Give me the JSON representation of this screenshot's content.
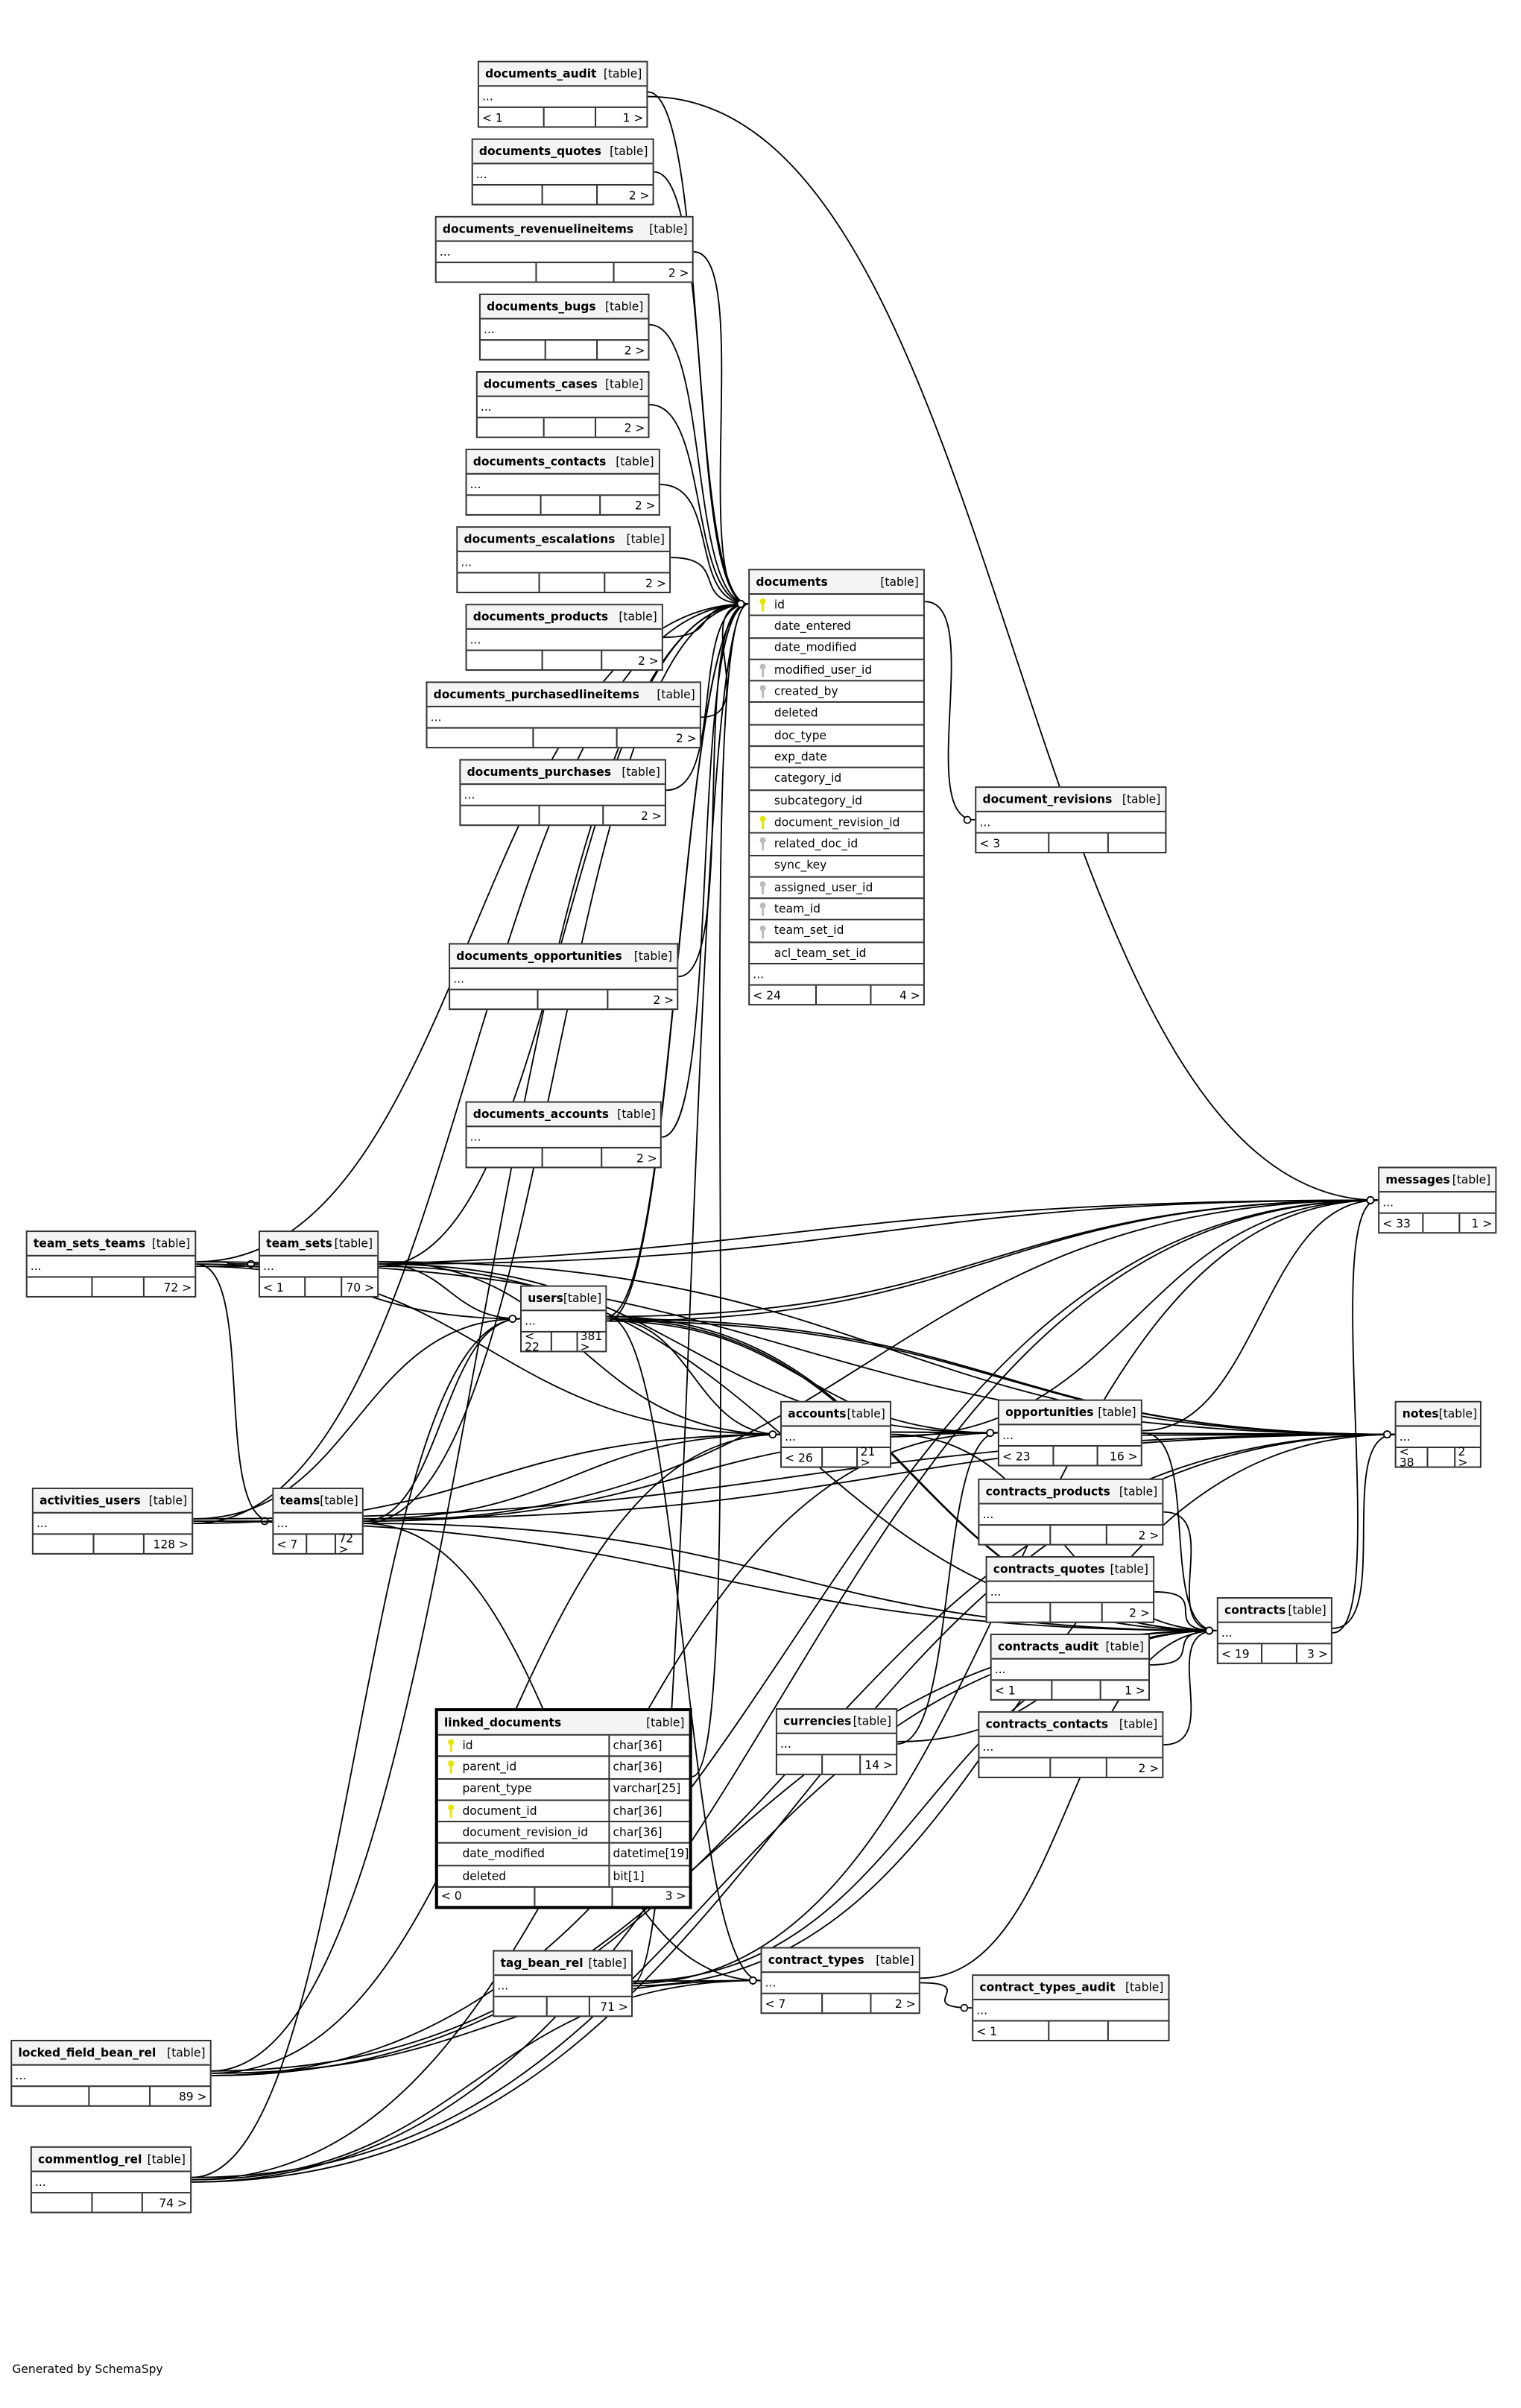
{
  "footer_text": "Generated by SchemaSpy",
  "key_colors": {
    "primary": "#e6e600",
    "foreign": "#bbbbbb"
  },
  "tables": [
    {
      "name": "documents_audit",
      "label": "[table]",
      "rows": [
        "..."
      ],
      "footer": [
        "< 1",
        "",
        "1 >"
      ]
    },
    {
      "name": "documents_quotes",
      "label": "[table]",
      "rows": [
        "..."
      ],
      "footer": [
        "",
        "",
        "2 >"
      ]
    },
    {
      "name": "documents_revenuelineitems",
      "label": "[table]",
      "rows": [
        "..."
      ],
      "footer": [
        "",
        "",
        "2 >"
      ]
    },
    {
      "name": "documents_bugs",
      "label": "[table]",
      "rows": [
        "..."
      ],
      "footer": [
        "",
        "",
        "2 >"
      ]
    },
    {
      "name": "documents_cases",
      "label": "[table]",
      "rows": [
        "..."
      ],
      "footer": [
        "",
        "",
        "2 >"
      ]
    },
    {
      "name": "documents_contacts",
      "label": "[table]",
      "rows": [
        "..."
      ],
      "footer": [
        "",
        "",
        "2 >"
      ]
    },
    {
      "name": "documents_escalations",
      "label": "[table]",
      "rows": [
        "..."
      ],
      "footer": [
        "",
        "",
        "2 >"
      ]
    },
    {
      "name": "documents_products",
      "label": "[table]",
      "rows": [
        "..."
      ],
      "footer": [
        "",
        "",
        "2 >"
      ]
    },
    {
      "name": "documents_purchasedlineitems",
      "label": "[table]",
      "rows": [
        "..."
      ],
      "footer": [
        "",
        "",
        "2 >"
      ]
    },
    {
      "name": "documents_purchases",
      "label": "[table]",
      "rows": [
        "..."
      ],
      "footer": [
        "",
        "",
        "2 >"
      ]
    },
    {
      "name": "documents_opportunities",
      "label": "[table]",
      "rows": [
        "..."
      ],
      "footer": [
        "",
        "",
        "2 >"
      ]
    },
    {
      "name": "documents_accounts",
      "label": "[table]",
      "rows": [
        "..."
      ],
      "footer": [
        "",
        "",
        "2 >"
      ]
    },
    {
      "name": "documents",
      "label": "[table]",
      "columns": [
        {
          "name": "id",
          "key": "primary"
        },
        {
          "name": "date_entered",
          "key": ""
        },
        {
          "name": "date_modified",
          "key": ""
        },
        {
          "name": "modified_user_id",
          "key": "foreign"
        },
        {
          "name": "created_by",
          "key": "foreign"
        },
        {
          "name": "deleted",
          "key": ""
        },
        {
          "name": "doc_type",
          "key": ""
        },
        {
          "name": "exp_date",
          "key": ""
        },
        {
          "name": "category_id",
          "key": ""
        },
        {
          "name": "subcategory_id",
          "key": ""
        },
        {
          "name": "document_revision_id",
          "key": "primary"
        },
        {
          "name": "related_doc_id",
          "key": "foreign"
        },
        {
          "name": "sync_key",
          "key": ""
        },
        {
          "name": "assigned_user_id",
          "key": "foreign"
        },
        {
          "name": "team_id",
          "key": "foreign"
        },
        {
          "name": "team_set_id",
          "key": "foreign"
        },
        {
          "name": "acl_team_set_id",
          "key": ""
        }
      ],
      "rows": [
        "..."
      ],
      "footer": [
        "< 24",
        "",
        "4 >"
      ]
    },
    {
      "name": "document_revisions",
      "label": "[table]",
      "rows": [
        "..."
      ],
      "footer": [
        "< 3",
        "",
        ""
      ]
    },
    {
      "name": "messages",
      "label": "[table]",
      "rows": [
        "..."
      ],
      "footer": [
        "< 33",
        "",
        "1 >"
      ]
    },
    {
      "name": "notes",
      "label": "[table]",
      "rows": [
        "..."
      ],
      "footer": [
        "< 38",
        "",
        "2 >"
      ]
    },
    {
      "name": "team_sets_teams",
      "label": "[table]",
      "rows": [
        "..."
      ],
      "footer": [
        "",
        "",
        "72 >"
      ]
    },
    {
      "name": "team_sets",
      "label": "[table]",
      "rows": [
        "..."
      ],
      "footer": [
        "< 1",
        "",
        "70 >"
      ]
    },
    {
      "name": "users",
      "label": "[table]",
      "rows": [
        "..."
      ],
      "footer": [
        "< 22",
        "",
        "381 >"
      ]
    },
    {
      "name": "accounts",
      "label": "[table]",
      "rows": [
        "..."
      ],
      "footer": [
        "< 26",
        "",
        "21 >"
      ]
    },
    {
      "name": "opportunities",
      "label": "[table]",
      "rows": [
        "..."
      ],
      "footer": [
        "< 23",
        "",
        "16 >"
      ]
    },
    {
      "name": "contracts_products",
      "label": "[table]",
      "rows": [
        "..."
      ],
      "footer": [
        "",
        "",
        "2 >"
      ]
    },
    {
      "name": "contracts_quotes",
      "label": "[table]",
      "rows": [
        "..."
      ],
      "footer": [
        "",
        "",
        "2 >"
      ]
    },
    {
      "name": "contracts",
      "label": "[table]",
      "rows": [
        "..."
      ],
      "footer": [
        "< 19",
        "",
        "3 >"
      ]
    },
    {
      "name": "contracts_audit",
      "label": "[table]",
      "rows": [
        "..."
      ],
      "footer": [
        "< 1",
        "",
        "1 >"
      ]
    },
    {
      "name": "contracts_contacts",
      "label": "[table]",
      "rows": [
        "..."
      ],
      "footer": [
        "",
        "",
        "2 >"
      ]
    },
    {
      "name": "activities_users",
      "label": "[table]",
      "rows": [
        "..."
      ],
      "footer": [
        "",
        "",
        "128 >"
      ]
    },
    {
      "name": "teams",
      "label": "[table]",
      "rows": [
        "..."
      ],
      "footer": [
        "< 7",
        "",
        "72 >"
      ]
    },
    {
      "name": "currencies",
      "label": "[table]",
      "rows": [
        "..."
      ],
      "footer": [
        "",
        "",
        "14 >"
      ]
    },
    {
      "name": "linked_documents",
      "label": "[table]",
      "columns": [
        {
          "name": "id",
          "type": "char[36]",
          "key": "primary"
        },
        {
          "name": "parent_id",
          "type": "char[36]",
          "key": "primary"
        },
        {
          "name": "parent_type",
          "type": "varchar[25]",
          "key": ""
        },
        {
          "name": "document_id",
          "type": "char[36]",
          "key": "primary"
        },
        {
          "name": "document_revision_id",
          "type": "char[36]",
          "key": ""
        },
        {
          "name": "date_modified",
          "type": "datetime[19]",
          "key": ""
        },
        {
          "name": "deleted",
          "type": "bit[1]",
          "key": ""
        }
      ],
      "footer": [
        "< 0",
        "",
        "3 >"
      ]
    },
    {
      "name": "tag_bean_rel",
      "label": "[table]",
      "rows": [
        "..."
      ],
      "footer": [
        "",
        "",
        "71 >"
      ]
    },
    {
      "name": "contract_types",
      "label": "[table]",
      "rows": [
        "..."
      ],
      "footer": [
        "< 7",
        "",
        "2 >"
      ]
    },
    {
      "name": "contract_types_audit",
      "label": "[table]",
      "rows": [
        "..."
      ],
      "footer": [
        "< 1",
        "",
        ""
      ]
    },
    {
      "name": "locked_field_bean_rel",
      "label": "[table]",
      "rows": [
        "..."
      ],
      "footer": [
        "",
        "",
        "89 >"
      ]
    },
    {
      "name": "commentlog_rel",
      "label": "[table]",
      "rows": [
        "..."
      ],
      "footer": [
        "",
        "",
        "74 >"
      ]
    }
  ]
}
